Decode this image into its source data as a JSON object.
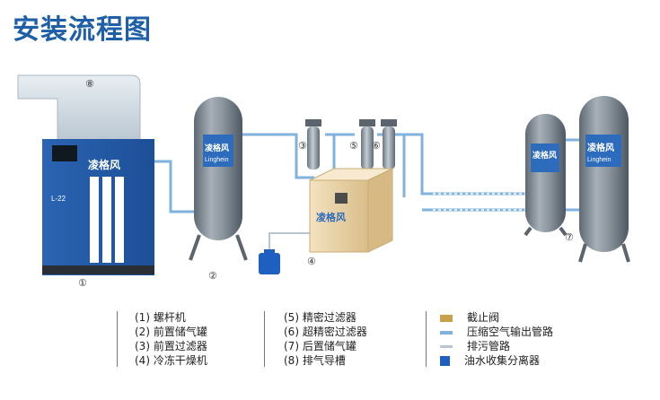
{
  "title": "安装流程图",
  "markers": {
    "compressor": "①",
    "main_tank": "②",
    "pre_filter": "③",
    "dryer": "④",
    "precision_filter": "⑤",
    "ultra_filter": "⑥",
    "rear_tank": "⑦",
    "exhaust_duct": "⑧"
  },
  "brand": {
    "chinese": "凌格风",
    "pinyin": "Linghein",
    "model": "L-22"
  },
  "legend_left": [
    "(1) 螺杆机",
    "(2) 前置储气罐",
    "(3) 前置过滤器",
    "(4) 冷冻干燥机"
  ],
  "legend_mid": [
    "(5) 精密过滤器",
    "(6) 超精密过滤器",
    "(7) 后置储气罐",
    "(8) 排气导槽"
  ],
  "legend_right": [
    {
      "icon": "valve-icon",
      "label": "截止阀"
    },
    {
      "icon": "air-pipe-icon",
      "label": "压缩空气输出管路"
    },
    {
      "icon": "drain-pipe-icon",
      "label": "排污管路"
    },
    {
      "icon": "oil-water-separator-icon",
      "label": "油水收集分离器"
    }
  ],
  "colors": {
    "title": "#1e5fa8",
    "compressor": "#2f6fbf",
    "tank": "#7c8791",
    "pipe": "#7fb2dc",
    "dryer": "#e9d3a8",
    "separator": "#1f5fbf"
  }
}
